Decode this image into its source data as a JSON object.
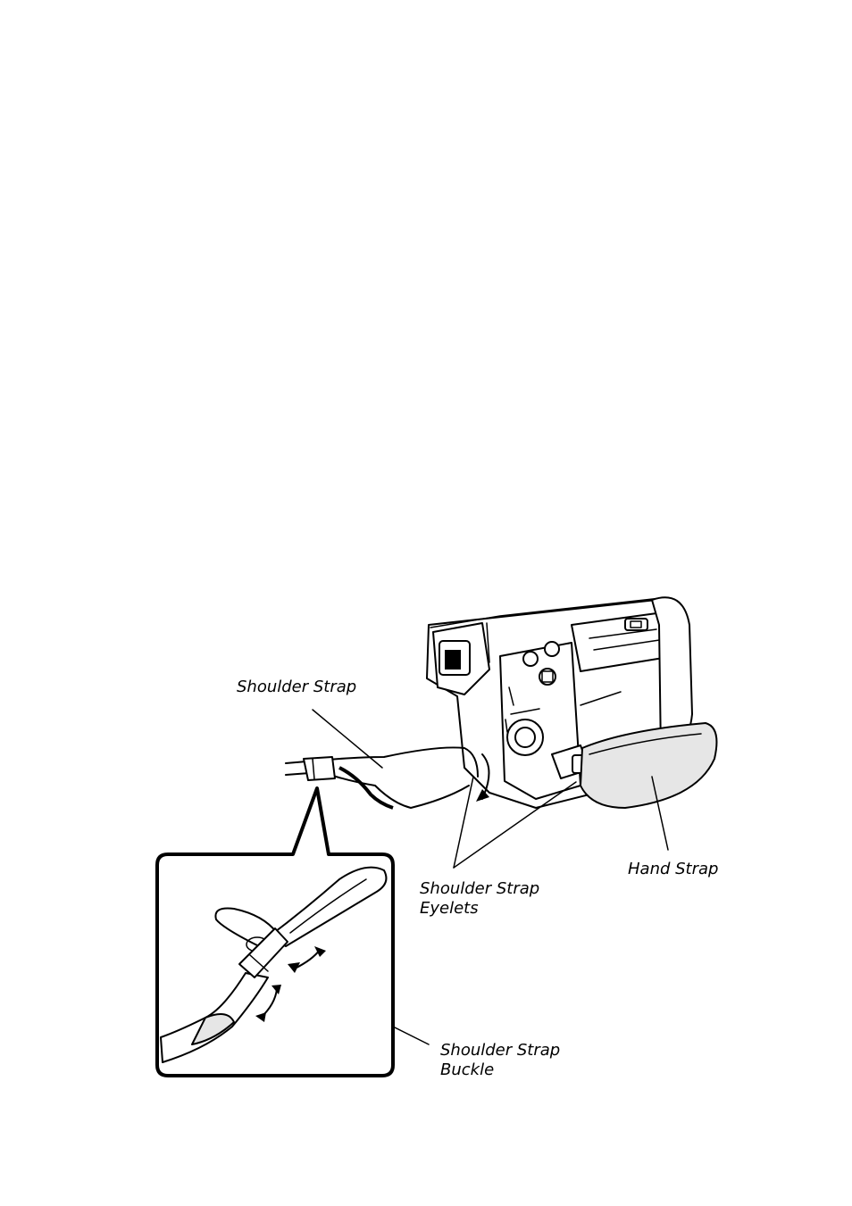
{
  "diagram": {
    "labels": {
      "shoulder_strap": "Shoulder Strap",
      "eyelets_line1": "Shoulder Strap",
      "eyelets_line2": "Eyelets",
      "hand_strap": "Hand Strap",
      "buckle_line1": "Shoulder Strap",
      "buckle_line2": "Buckle"
    }
  }
}
